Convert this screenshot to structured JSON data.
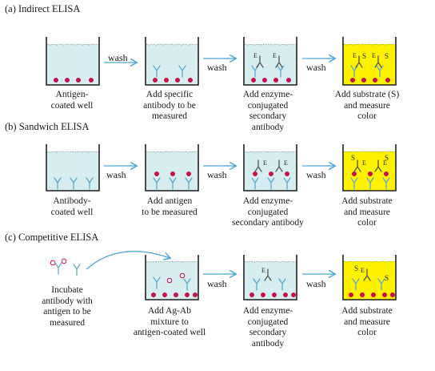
{
  "colors": {
    "liquid": "#d6eef0",
    "substrate": "#fff200",
    "well_stroke": "#1f1f1f",
    "antigen": "#c8104b",
    "antibody": "#5aa9cf",
    "arrow": "#4aa3d8",
    "enzyme_label": "#222222"
  },
  "rows": [
    {
      "title": "(a) Indirect ELISA",
      "captions": [
        "Antigen-\ncoated well",
        "Add specific\nantibody to be\nmeasured",
        "Add enzyme-\nconjugated\nsecondary\nantibody",
        "Add substrate (S)\nand measure\ncolor"
      ],
      "wash_labels": [
        "wash",
        "wash",
        "wash"
      ]
    },
    {
      "title": "(b) Sandwich ELISA",
      "captions": [
        "Antibody-\ncoated well",
        "Add antigen\nto be measured",
        "Add enzyme-\nconjugated\nsecondary antibody",
        "Add substrate\nand measure\ncolor"
      ],
      "wash_labels": [
        "wash",
        "wash",
        "wash"
      ]
    },
    {
      "title": "(c) Competitive ELISA",
      "captions": [
        "Incubate\nantibody with\nantigen to be\nmeasured",
        "Add Ag-Ab\nmixture to\nantigen-coated well",
        "Add enzyme-\nconjugated\nsecondary\nantibody",
        "Add substrate\nand measure\ncolor"
      ],
      "wash_labels": [
        "wash",
        "wash"
      ]
    }
  ],
  "symbols": {
    "enzyme": "E",
    "substrate": "S"
  }
}
